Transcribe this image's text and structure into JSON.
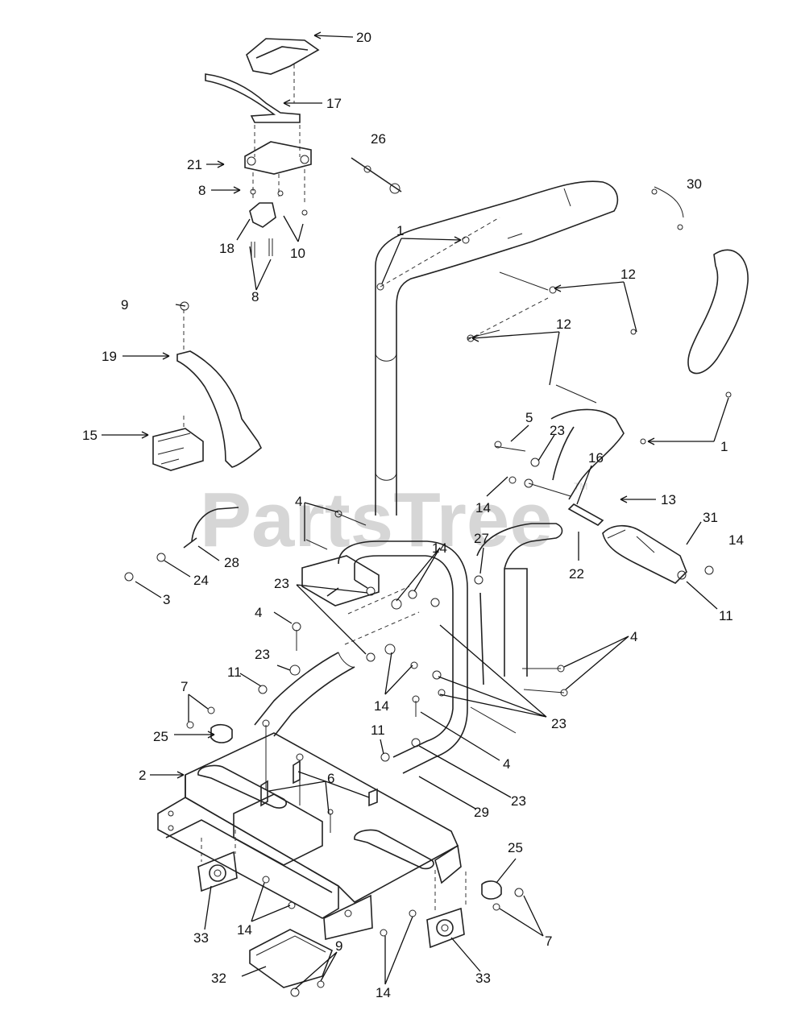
{
  "watermark": {
    "text": "PartsTree",
    "mark": "TM"
  },
  "callouts": [
    "20",
    "17",
    "26",
    "21",
    "8",
    "18",
    "10",
    "8",
    "30",
    "1",
    "12",
    "9",
    "19",
    "12",
    "15",
    "5",
    "23",
    "16",
    "1",
    "13",
    "14",
    "4",
    "31",
    "14",
    "27",
    "28",
    "22",
    "24",
    "3",
    "23",
    "14",
    "11",
    "4",
    "4",
    "23",
    "11",
    "7",
    "14",
    "23",
    "25",
    "11",
    "4",
    "2",
    "6",
    "23",
    "29",
    "25",
    "33",
    "14",
    "7",
    "9",
    "32",
    "33",
    "14"
  ]
}
